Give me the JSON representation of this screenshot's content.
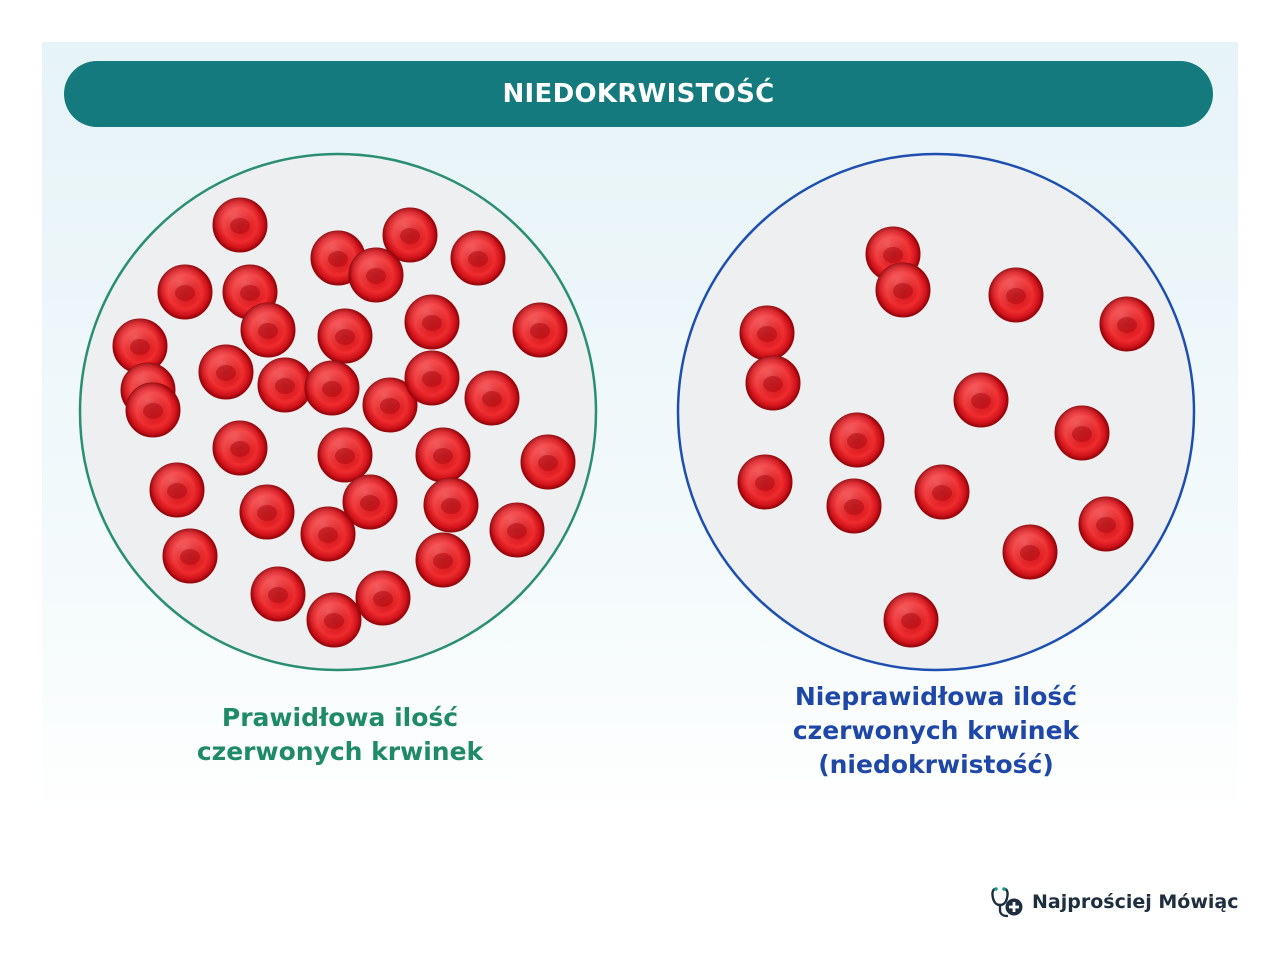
{
  "title": "NIEDOKRWISTOŚĆ",
  "panels": [
    {
      "caption_lines": [
        "Prawidłowa ilość",
        "czerwonych krwinek"
      ],
      "border_color": "#2a8f72"
    },
    {
      "caption_lines": [
        "Nieprawidłowa ilość",
        "czerwonych krwinek",
        "(niedokrwistość)"
      ],
      "border_color": "#1e4fb0"
    }
  ],
  "colors": {
    "title_bar": "#147a7e",
    "cell": "#d8141b",
    "left_caption": "#1f8a68",
    "right_caption": "#1e47a8"
  },
  "brand": {
    "name": "Najprościej Mówiąc",
    "icon": "stethoscope-plus-icon"
  }
}
